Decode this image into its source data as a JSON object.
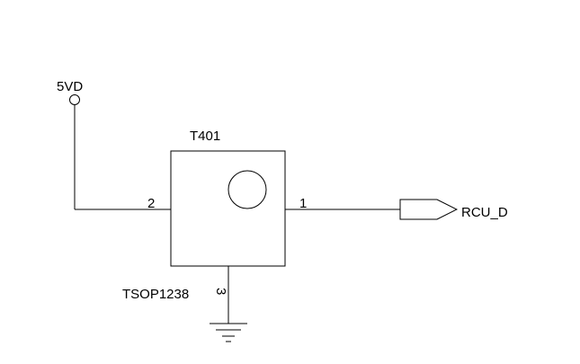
{
  "power_label": "5VD",
  "ic": {
    "refdes": "T401",
    "part": "TSOP1238",
    "pin2": "2",
    "pin1": "1",
    "pin3": "3"
  },
  "output_port": "RCU_D"
}
